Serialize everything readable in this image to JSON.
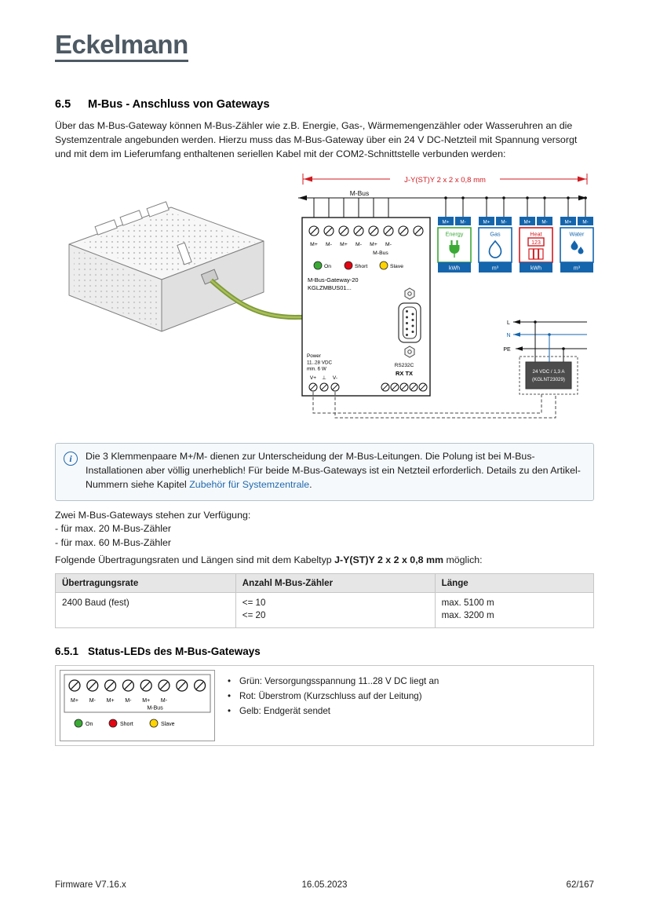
{
  "page": {
    "logo_text": "Eckelmann",
    "footer": {
      "left": "Firmware V7.16.x",
      "center": "16.05.2023",
      "right": "62/167"
    }
  },
  "section65": {
    "number": "6.5",
    "title": "M-Bus - Anschluss von Gateways",
    "intro": "Über das M-Bus-Gateway können M-Bus-Zähler wie z.B. Energie, Gas-, Wärmemengenzähler oder Wasseruhren an die Systemzentrale angebunden werden. Hierzu muss das M-Bus-Gateway über ein 24 V DC-Netzteil mit Spannung versorgt und mit dem im Lieferumfang enthaltenen seriellen Kabel mit der COM2-Schnittstelle verbunden werden:"
  },
  "diagram": {
    "cable_type": "J-Y(ST)Y 2 x 2 x 0,8 mm",
    "bus_label": "M-Bus",
    "colors": {
      "red": "#d11a1f",
      "blue": "#1565ad",
      "green": "#3aaa35",
      "yellow": "#ffd400"
    },
    "gateway": {
      "terminal_labels": [
        "M+",
        "M-",
        "M+",
        "M-",
        "M+",
        "M-"
      ],
      "bus_group_label": "M-Bus",
      "led_on": "On",
      "led_short": "Short",
      "led_slave": "Slave",
      "name": "M-Bus-Gateway-20",
      "part_number": "KGLZMBUS01...",
      "power_label": "Power",
      "power_voltage": "11..28 VDC",
      "power_min": "min. 6 W",
      "term_vplus": "V+",
      "term_gnd": "⊥",
      "term_vminus": "V-",
      "rs232_label": "RS232C",
      "rxtx_label": "RX TX"
    },
    "meters": [
      {
        "name": "Energy",
        "unit": "kWh",
        "tplus": "M+",
        "tminus": "M-"
      },
      {
        "name": "Gas",
        "unit": "m³",
        "tplus": "M+",
        "tminus": "M-"
      },
      {
        "name": "Heat",
        "unit": "kWh",
        "counter": "123",
        "tplus": "M+",
        "tminus": "M-"
      },
      {
        "name": "Water",
        "unit": "m³",
        "tplus": "M+",
        "tminus": "M-"
      }
    ],
    "mains": {
      "l": "L",
      "n": "N",
      "pe": "PE"
    },
    "psu": {
      "line1": "24 VDC / 1,3 A",
      "line2": "(KGLNT23029)"
    }
  },
  "note": {
    "icon": "i",
    "text1": "Die 3 Klemmenpaare M+/M- dienen zur Unterscheidung der M-Bus-Leitungen. Die Polung ist bei M-Bus-Installationen aber völlig unerheblich! Für beide M-Bus-Gateways ist ein Netzteil erforderlich. Details zu den Artikel-Nummern siehe Kapitel ",
    "link": "Zubehör für Systemzentrale",
    "text2": "."
  },
  "gateways_info": {
    "line1": "Zwei M-Bus-Gateways stehen zur Verfügung:",
    "line2": "- für max. 20 M-Bus-Zähler",
    "line3": "- für max. 60 M-Bus-Zähler"
  },
  "cable_sentence": {
    "pre": "Folgende Übertragungsraten und Längen sind mit dem Kabeltyp ",
    "bold": "J-Y(ST)Y 2 x 2 x 0,8 mm",
    "post": " möglich:"
  },
  "table": {
    "headers": [
      "Übertragungsrate",
      "Anzahl M-Bus-Zähler",
      "Länge"
    ],
    "row": {
      "col1": "2400 Baud (fest)",
      "col2a": "<= 10",
      "col2b": "<= 20",
      "col3a": "max. 5100 m",
      "col3b": "max. 3200 m"
    }
  },
  "section651": {
    "number": "6.5.1",
    "title": "Status-LEDs des M-Bus-Gateways"
  },
  "status": {
    "bullet": "•",
    "bullets": [
      "Grün: Versorgungsspannung 11..28 V DC liegt an",
      "Rot: Überstrom (Kurzschluss auf der Leitung)",
      "Gelb: Endgerät sendet"
    ]
  }
}
